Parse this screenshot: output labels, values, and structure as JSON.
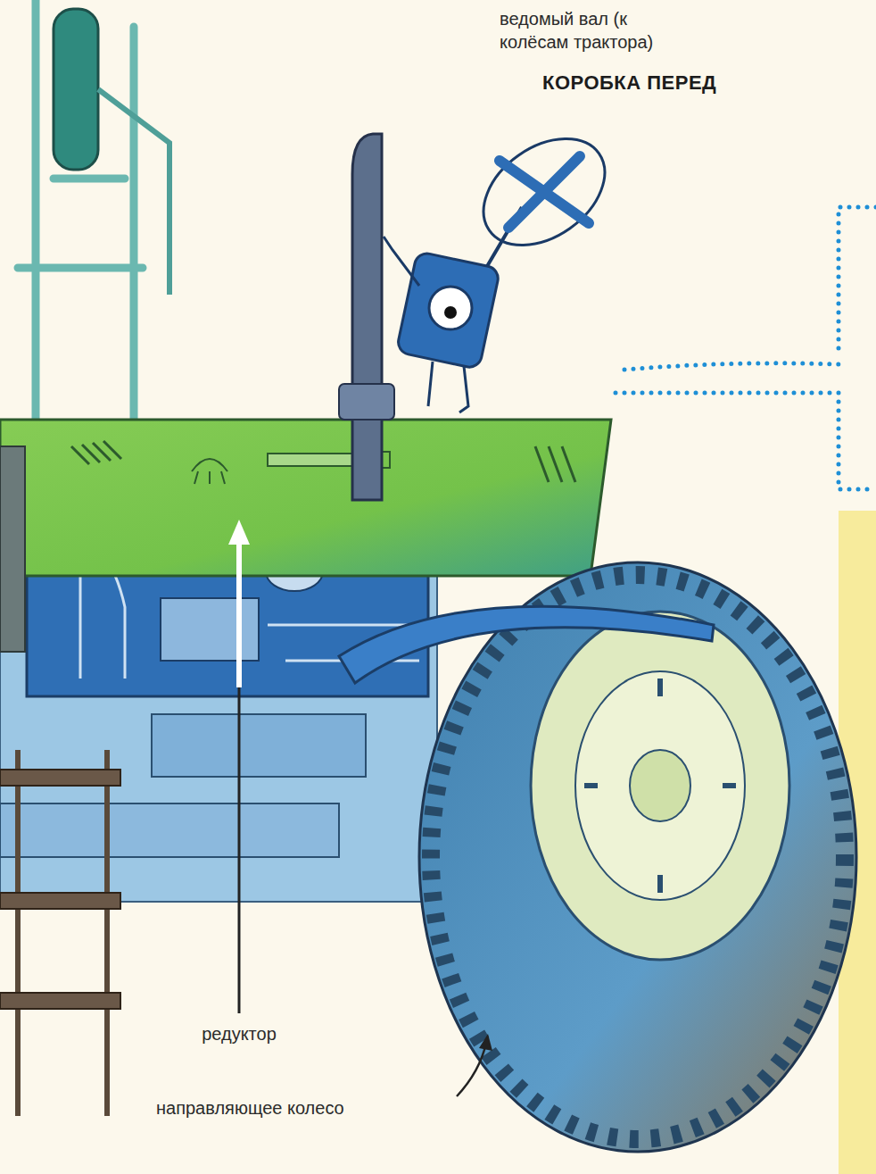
{
  "diagram": {
    "title": "КОРОБКА ПЕРЕД",
    "labels": [
      "ведомый вал (к колёсам трактора)",
      "редуктор",
      "направляющее колесо"
    ]
  }
}
